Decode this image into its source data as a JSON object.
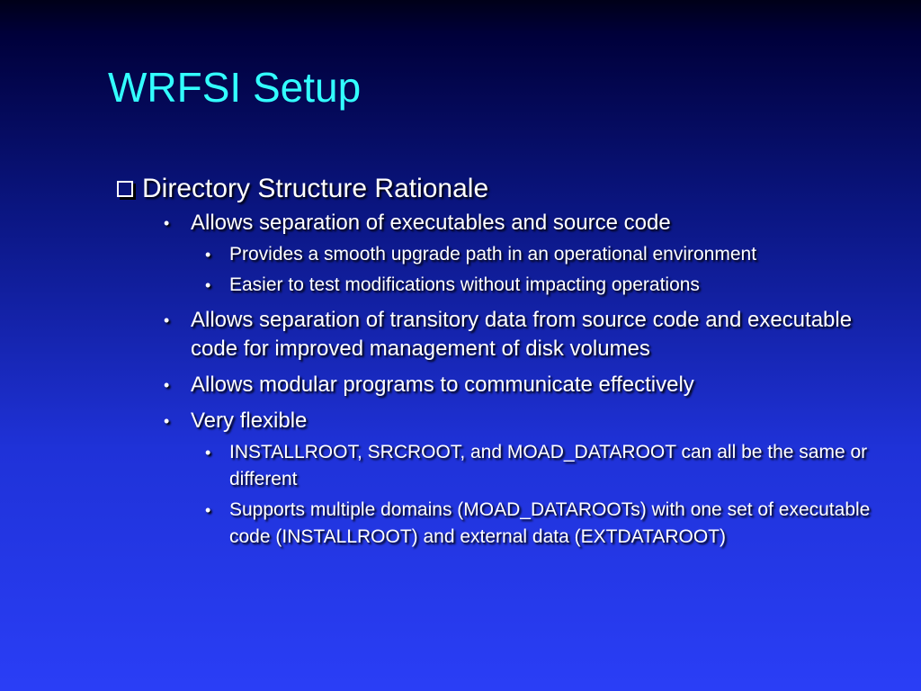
{
  "slide": {
    "title": "WRFSI Setup",
    "heading": "Directory Structure Rationale",
    "bullets": {
      "b1": "Allows separation of executables and source code",
      "b1_1": "Provides a smooth upgrade path in an operational environment",
      "b1_2": "Easier to test modifications without impacting operations",
      "b2": "Allows separation of transitory data from source code and executable code for improved management of disk volumes",
      "b3": "Allows modular programs to communicate effectively",
      "b4": "Very flexible",
      "b4_1": "INSTALLROOT, SRCROOT, and MOAD_DATAROOT can all be the same or different",
      "b4_2": "Supports multiple domains (MOAD_DATAROOTs) with one set of executable code (INSTALLROOT) and external data (EXTDATAROOT)"
    },
    "bullet_glyph": "•",
    "colors": {
      "title": "#33ffff",
      "text": "#ffffff",
      "background_top": "#000018",
      "background_bottom": "#2a3ef6"
    }
  }
}
